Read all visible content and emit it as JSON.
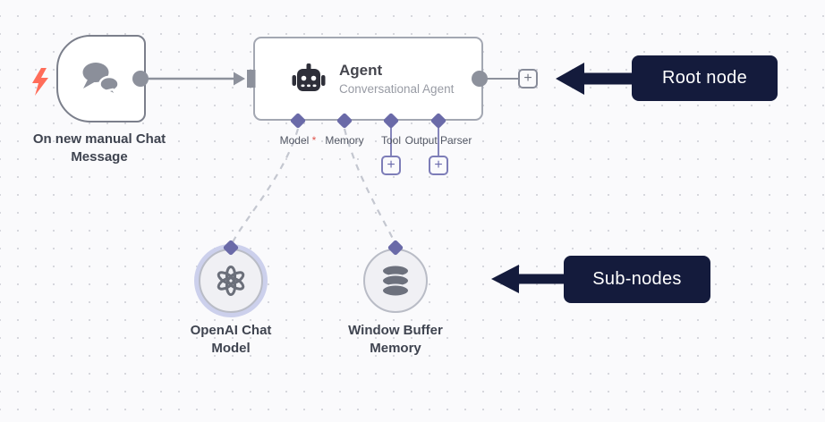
{
  "palette": {
    "background": "#fafafc",
    "grid_dot": "#d6d7dd",
    "edge_gray": "#8d919c",
    "port_purple": "#6a6aa8",
    "annotation_navy": "#141b3c",
    "bolt_red": "#ff6d5a",
    "node_border": "#a3a7b2",
    "halo_lavender": "#ccd0ec"
  },
  "trigger_node": {
    "label": "On new manual Chat Message",
    "icon": "chat-bubbles-icon"
  },
  "agent_node": {
    "title": "Agent",
    "subtitle": "Conversational Agent",
    "icon": "robot-icon",
    "required_marker": "*",
    "ports": [
      {
        "label": "Model",
        "required": true
      },
      {
        "label": "Memory",
        "required": false
      },
      {
        "label": "Tool",
        "required": false
      },
      {
        "label": "Output Parser",
        "required": false
      }
    ]
  },
  "sub_nodes": [
    {
      "label": "OpenAI Chat Model",
      "icon": "openai-icon"
    },
    {
      "label": "Window Buffer Memory",
      "icon": "database-icon"
    }
  ],
  "annotations": {
    "root_label": "Root node",
    "subnodes_label": "Sub-nodes"
  },
  "buttons": {
    "plus_label": "+"
  }
}
